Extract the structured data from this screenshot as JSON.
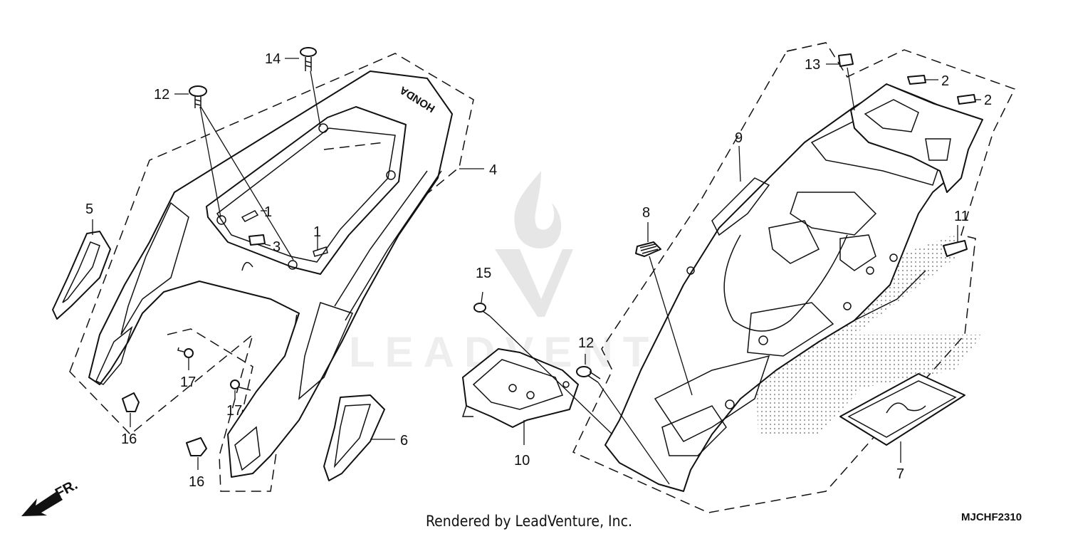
{
  "diagram": {
    "callouts": [
      {
        "id": "c1a",
        "label": "1"
      },
      {
        "id": "c1b",
        "label": "1"
      },
      {
        "id": "c2a",
        "label": "2"
      },
      {
        "id": "c2b",
        "label": "2"
      },
      {
        "id": "c3",
        "label": "3"
      },
      {
        "id": "c4",
        "label": "4"
      },
      {
        "id": "c5",
        "label": "5"
      },
      {
        "id": "c6",
        "label": "6"
      },
      {
        "id": "c7",
        "label": "7"
      },
      {
        "id": "c8",
        "label": "8"
      },
      {
        "id": "c9",
        "label": "9"
      },
      {
        "id": "c10",
        "label": "10"
      },
      {
        "id": "c11",
        "label": "11"
      },
      {
        "id": "c12a",
        "label": "12"
      },
      {
        "id": "c12b",
        "label": "12"
      },
      {
        "id": "c13",
        "label": "13"
      },
      {
        "id": "c14",
        "label": "14"
      },
      {
        "id": "c15",
        "label": "15"
      },
      {
        "id": "c16a",
        "label": "16"
      },
      {
        "id": "c16b",
        "label": "16"
      },
      {
        "id": "c17a",
        "label": "17"
      },
      {
        "id": "c17b",
        "label": "17"
      }
    ],
    "logo_text": "HONDA",
    "direction_label": "FR.",
    "watermark_text": "LEADVENTURE",
    "footer_credit": "Rendered by LeadVenture, Inc.",
    "diagram_code": "MJCHF2310"
  }
}
